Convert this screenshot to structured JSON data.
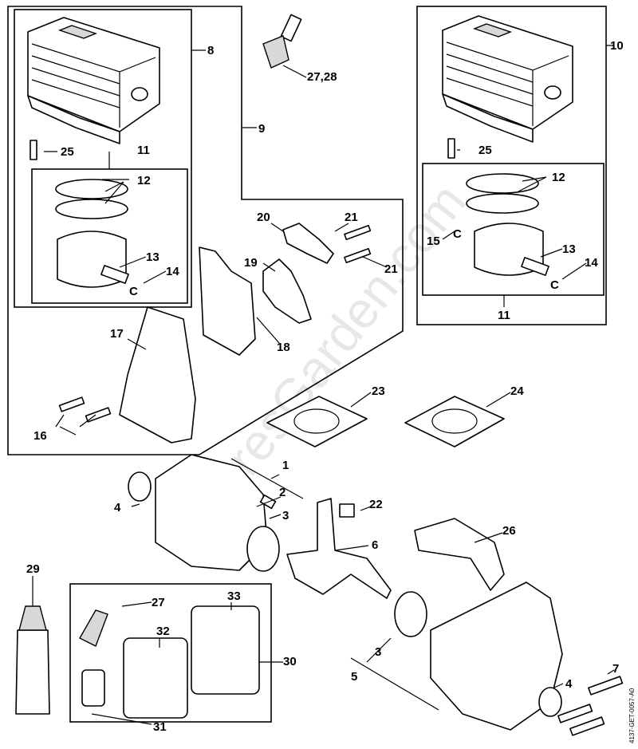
{
  "watermark": "SparesGarden.com",
  "drawing_code": "4137-GET-0057-A0",
  "labels": {
    "l8": "8",
    "l27_28": "27,28",
    "l9": "9",
    "l10": "10",
    "l25a": "25",
    "l25b": "25",
    "l11a": "11",
    "l11b": "11",
    "l12a": "12",
    "l12b": "12",
    "l13a": "13",
    "l13b": "13",
    "l14a": "14",
    "l14b": "14",
    "l15": "15",
    "l16": "16",
    "l17": "17",
    "l18": "18",
    "l19": "19",
    "l20": "20",
    "l21a": "21",
    "l21b": "21",
    "l22": "22",
    "l23": "23",
    "l24": "24",
    "l1": "1",
    "l2": "2",
    "l3a": "3",
    "l3b": "3",
    "l4a": "4",
    "l4b": "4",
    "l5": "5",
    "l6": "6",
    "l7": "7",
    "l26": "26",
    "l27": "27",
    "l29": "29",
    "l30": "30",
    "l31": "31",
    "l32": "32",
    "l33": "33"
  }
}
